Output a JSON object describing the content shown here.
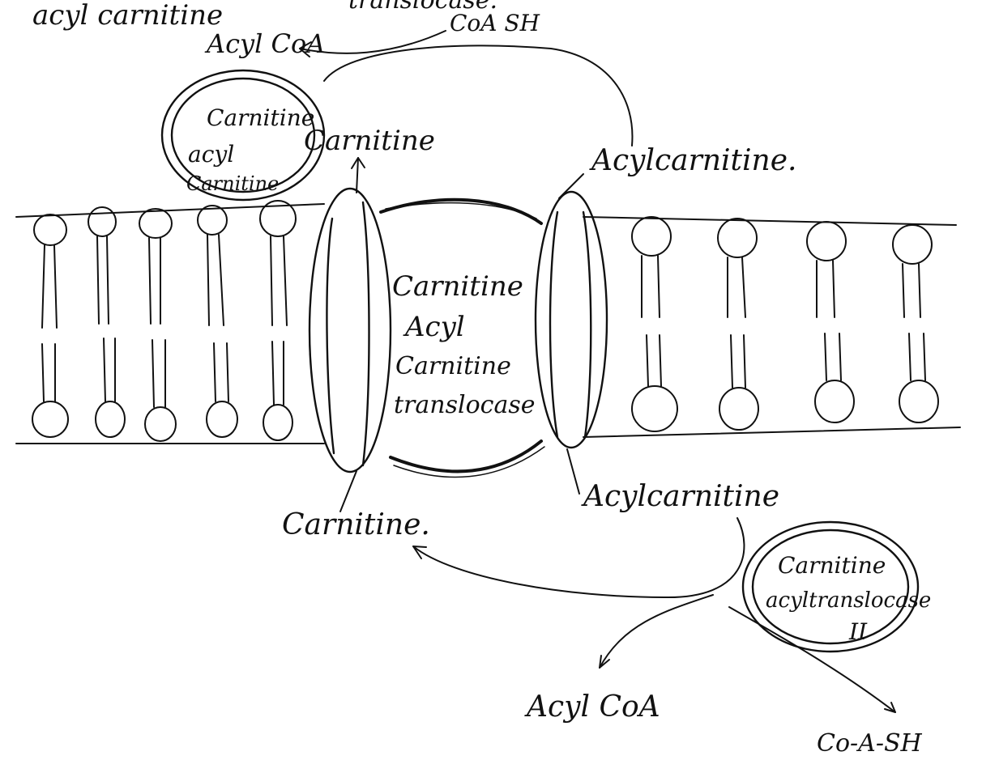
{
  "labels": {
    "top_cut_left": "acyl carnitine",
    "top_cut_right": "translocase.",
    "acyl_coa_top": "Acyl CoA",
    "coash_top": "CoA SH",
    "enzyme_one": [
      "Carnitine",
      "acyl",
      "Carnitine"
    ],
    "carnitine_top": "Carnitine",
    "acylcarnitine_top": "Acylcarnitine.",
    "translocase": [
      "Carnitine",
      "Acyl",
      "Carnitine",
      "translocase"
    ],
    "carnitine_bottom": "Carnitine.",
    "acylcarnitine_bottom": "Acylcarnitine",
    "enzyme_two": [
      "Carnitine",
      "acyltranslocase",
      "II"
    ],
    "acyl_coa_bottom": "Acyl CoA",
    "coash_bottom": "Co-A-SH"
  },
  "colors": {
    "ink": "#111111",
    "paper": "#ffffff"
  }
}
